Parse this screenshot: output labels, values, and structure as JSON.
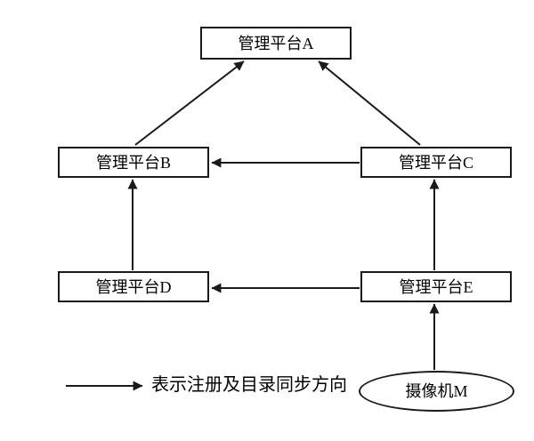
{
  "diagram": {
    "nodes": {
      "a": {
        "label": "管理平台A"
      },
      "b": {
        "label": "管理平台B"
      },
      "c": {
        "label": "管理平台C"
      },
      "d": {
        "label": "管理平台D"
      },
      "e": {
        "label": "管理平台E"
      },
      "camera": {
        "label": "摄像机M"
      }
    },
    "edges": [
      {
        "from": "管理平台B",
        "to": "管理平台A"
      },
      {
        "from": "管理平台C",
        "to": "管理平台A"
      },
      {
        "from": "管理平台C",
        "to": "管理平台B"
      },
      {
        "from": "管理平台D",
        "to": "管理平台B"
      },
      {
        "from": "管理平台E",
        "to": "管理平台C"
      },
      {
        "from": "管理平台E",
        "to": "管理平台D"
      },
      {
        "from": "摄像机M",
        "to": "管理平台E"
      }
    ],
    "legend": {
      "label": "表示注册及目录同步方向"
    },
    "colors": {
      "line": "#1a1a1a",
      "background": "#ffffff",
      "text": "#000000"
    }
  }
}
